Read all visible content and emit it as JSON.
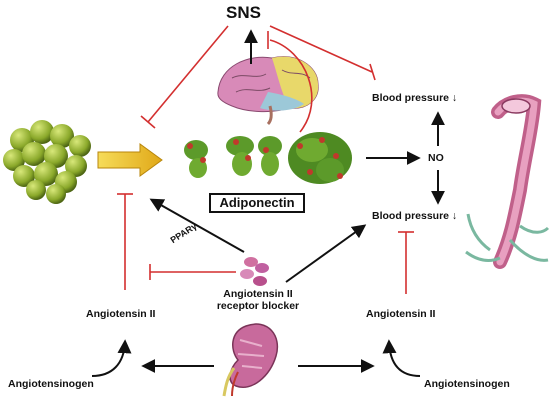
{
  "labels": {
    "sns": "SNS",
    "adiponectin": "Adiponectin",
    "blood_pressure_top": "Blood pressure ↓",
    "no": "NO",
    "blood_pressure_mid": "Blood pressure ↓",
    "ppar": "PPARγ",
    "arb_line1": "Angiotensin II",
    "arb_line2": "receptor blocker",
    "angiotensin_left": "Angiotensin II",
    "angiotensin_right": "Angiotensin II",
    "angiotensinogen_left": "Angiotensinogen",
    "angiotensinogen_right": "Angiotensinogen"
  },
  "colors": {
    "arrow": "#111111",
    "inhibition": "#d32f2f",
    "fat_cells": "#9ab32e",
    "fat_arrow": "#f0c020",
    "protein_green": "#5c9a2a",
    "protein_red": "#c0392b",
    "brain_pink": "#d88ab8",
    "brain_yellow": "#e8d86a",
    "brain_blue": "#9cc8d8",
    "kidney": "#c86a9c",
    "blocker_dots": "#d070a0",
    "vessel": "#c0608a"
  },
  "icons": [
    "fat-cell-cluster-icon",
    "brain-icon",
    "adiponectin-protein-icon",
    "blood-vessel-icon",
    "kidney-icon",
    "blocker-molecules-icon"
  ]
}
